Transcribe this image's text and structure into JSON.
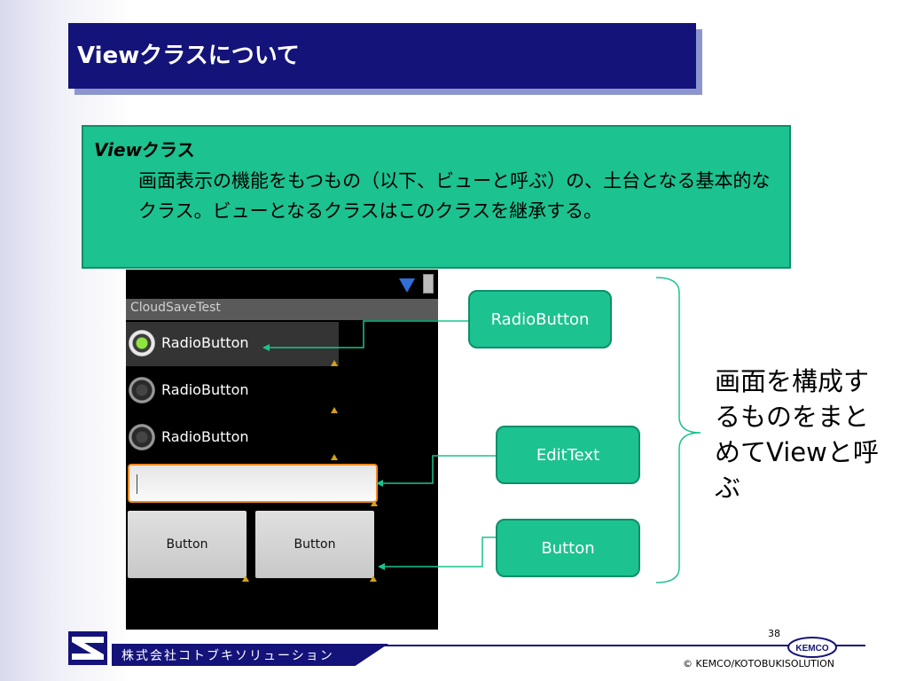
{
  "slide": {
    "title": "Viewクラスについて",
    "box": {
      "head_italic": "View",
      "head_rest": "クラス",
      "body": "画面表示の機能をもつもの（以下、ビューと呼ぶ）の、土台となる基本的なクラス。ビューとなるクラスはこのクラスを継承する。"
    },
    "phone": {
      "app_title": "CloudSaveTest",
      "radio_buttons": [
        "RadioButton",
        "RadioButton",
        "RadioButton"
      ],
      "buttons": [
        "Button",
        "Button"
      ]
    },
    "callouts": {
      "radio": "RadioButton",
      "edit": "EditText",
      "button": "Button"
    },
    "side_text": "画面を構成するものをまとめてViewと呼ぶ",
    "footer": {
      "company": "株式会社コトブキソリューション",
      "page_number": "38",
      "copyright": "© KEMCO/KOTOBUKISOLUTION",
      "logo_text": "KEMCO"
    },
    "colors": {
      "title_bg": "#14137a",
      "box_green": "#1cc290"
    }
  }
}
